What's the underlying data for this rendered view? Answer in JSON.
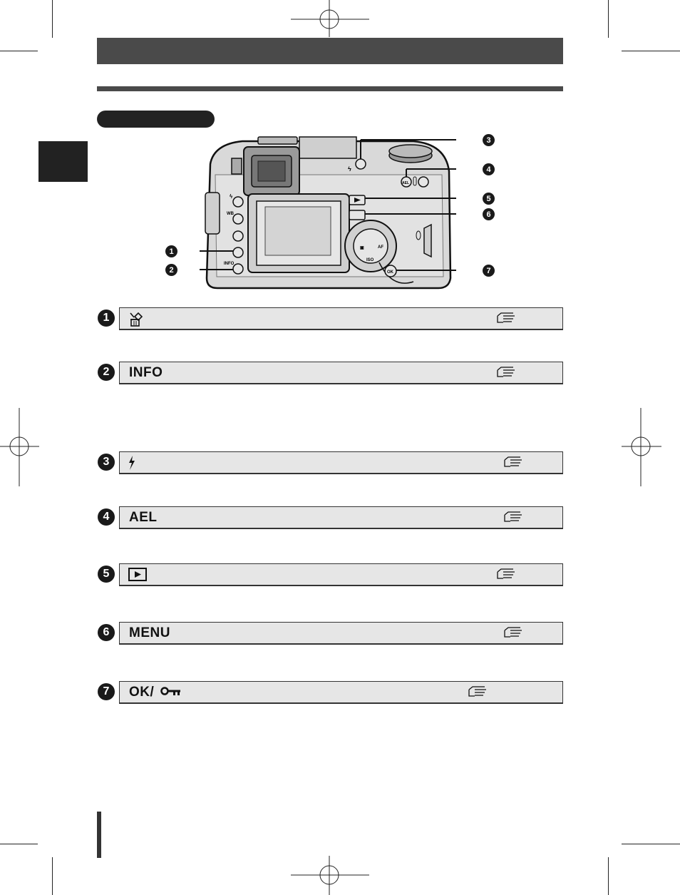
{
  "rows": [
    {
      "num": "1",
      "icon": "trash-erase-icon"
    },
    {
      "num": "2",
      "label": "INFO"
    },
    {
      "num": "3",
      "icon": "flash-icon"
    },
    {
      "num": "4",
      "label": "AEL"
    },
    {
      "num": "5",
      "icon": "playback-icon"
    },
    {
      "num": "6",
      "label": "MENU"
    },
    {
      "num": "7",
      "label": "OK/",
      "icon": "key-icon"
    }
  ],
  "camera": {
    "buttons": {
      "wb": "WB",
      "info": "INFO",
      "ael": "AEL",
      "ok": "OK",
      "iso": "ISO",
      "af": "AF"
    }
  },
  "colors": {
    "dark": "#222222",
    "row_bg": "#e6e6e6",
    "header": "#4a4a4a"
  }
}
